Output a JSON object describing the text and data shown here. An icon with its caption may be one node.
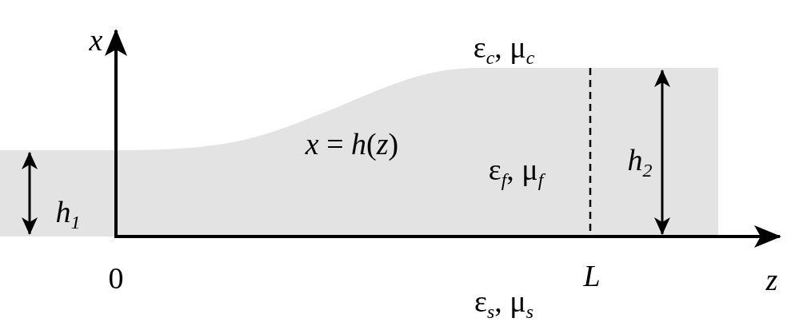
{
  "diagram": {
    "labels": [
      "x",
      "ε$_{c}$, μ$_{c}$",
      "*x* = *h*(*z*)",
      "h$_{2}$",
      "ε$_{f}$, μ$_{f}$",
      "h$_{1}$",
      "0",
      "L",
      "z",
      "ε$_{s}$, μ$_{s}$"
    ]
  }
}
